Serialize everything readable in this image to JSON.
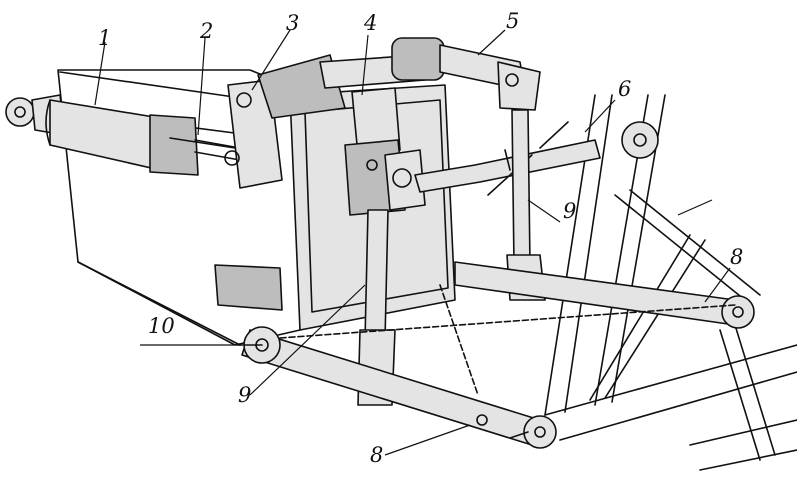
{
  "labels": {
    "l1": "1",
    "l2": "2",
    "l3": "3",
    "l4": "4",
    "l5": "5",
    "l6": "6",
    "l9a": "9",
    "l8a": "8",
    "l10": "10",
    "l9b": "9",
    "l8b": "8"
  }
}
